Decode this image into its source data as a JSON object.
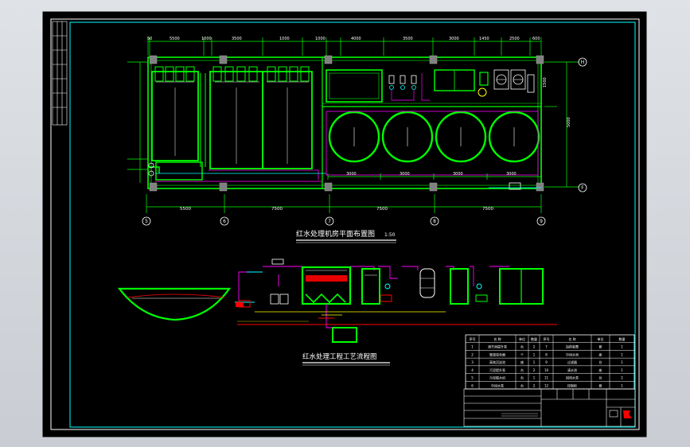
{
  "plan": {
    "top_dims": [
      "50",
      "5500",
      "1000",
      "3500",
      "1000",
      "1000",
      "4000",
      "3500",
      "3000",
      "1450",
      "2500",
      "600"
    ],
    "bottom_dims_minor": [
      "3000",
      "3000",
      "3000",
      "3000"
    ],
    "bottom_dims_major": [
      "5500",
      "7500",
      "7500",
      "7500"
    ],
    "axis_bubbles": [
      "5",
      "6",
      "7",
      "8",
      "9"
    ],
    "right_bubbles": [
      "H",
      "F"
    ],
    "right_dims": [
      "5000",
      "1500"
    ],
    "title": "红水处理机房平面布置图",
    "scale": "1:50"
  },
  "process": {
    "title": "红水处理工程工艺流程图"
  },
  "table": {
    "headers": [
      "序号",
      "名 称",
      "单位",
      "数量",
      "序号",
      "名 称",
      "单位",
      "数量"
    ],
    "rows": [
      [
        "1",
        "调节池提升泵",
        "台",
        "2",
        "7",
        "加药装置",
        "套",
        "1"
      ],
      [
        "2",
        "管道混合器",
        "个",
        "1",
        "8",
        "中间水池",
        "座",
        "1"
      ],
      [
        "3",
        "高效沉淀池",
        "座",
        "1",
        "9",
        "过滤器",
        "台",
        "1"
      ],
      [
        "4",
        "污泥提升泵",
        "台",
        "2",
        "10",
        "清水池",
        "座",
        "1"
      ],
      [
        "5",
        "污泥脱水机",
        "台",
        "1",
        "11",
        "回用水泵",
        "台",
        "2"
      ],
      [
        "6",
        "中间水泵",
        "台",
        "2",
        "12",
        "控制柜",
        "套",
        "1"
      ]
    ]
  },
  "colors": {
    "green": "#00ff00",
    "white": "#ffffff",
    "yellow": "#ffff00",
    "cyan": "#00ffff",
    "magenta": "#ff00ff",
    "red": "#ff0000",
    "blue": "#4060ff",
    "olive": "#808000",
    "gray": "#808080"
  }
}
